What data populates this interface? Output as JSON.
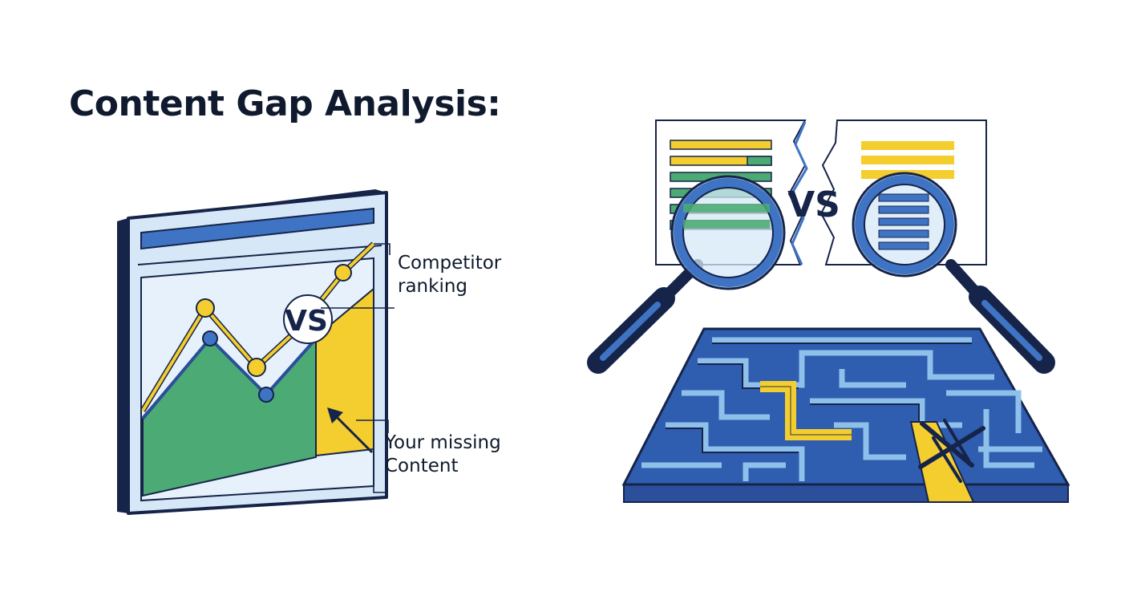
{
  "title": "Content Gap Analysis:",
  "left_panel": {
    "vs_label": "VS",
    "competitor_label": [
      "Competitor",
      "ranking"
    ],
    "missing_label": [
      "Your missing",
      "Content"
    ]
  },
  "right_panel": {
    "vs_label": "VS"
  },
  "colors": {
    "navy": "#16244a",
    "blue": "#3f73c4",
    "light_blue": "#d6e8f7",
    "mid_blue": "#7fb0e0",
    "green": "#4caa74",
    "yellow": "#f4cd2e",
    "ink": "#101a2e"
  },
  "icons": [
    "browser-window-icon",
    "magnifier-icon",
    "maze-icon",
    "cross-mark-icon",
    "arrow-icon"
  ]
}
